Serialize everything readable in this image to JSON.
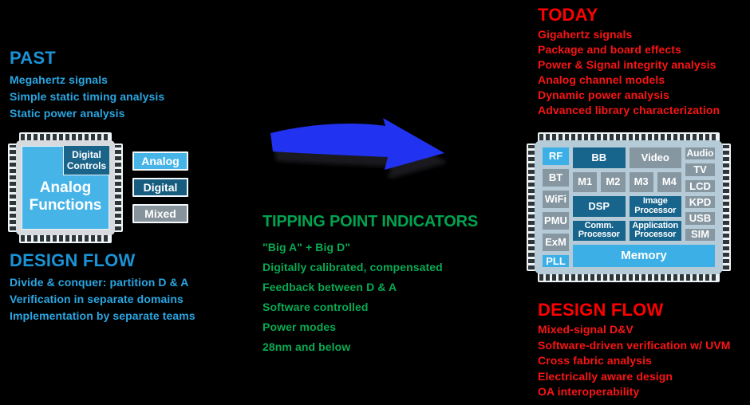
{
  "colors": {
    "background": "#000000",
    "blue_heading": "#1b93d6",
    "blue_item": "#2aa6e2",
    "green_heading": "#00a350",
    "green_item": "#09aa52",
    "red": "#ff0000",
    "arrow_blue": "#2132f0",
    "chip_light_blue": "#47b4e8",
    "chip_dark_blue": "#17648c",
    "chip_gray": "#8797a1",
    "left_package": "#d7dbde",
    "soc_package": "#b5cbd7"
  },
  "past": {
    "title": "PAST",
    "items": [
      "Megahertz signals",
      "Simple static timing analysis",
      "Static power analysis"
    ]
  },
  "left_chip": {
    "die_label": "Analog Functions",
    "corner_label": "Digital Controls"
  },
  "legend": {
    "analog": "Analog",
    "digital": "Digital",
    "mixed": "Mixed"
  },
  "design_flow_past": {
    "title": "DESIGN FLOW",
    "items": [
      "Divide & conquer: partition D & A",
      "Verification in separate domains",
      "Implementation by separate teams"
    ]
  },
  "arrow": {
    "name": "transition-arrow",
    "color": "#2132f0"
  },
  "tipping": {
    "title": "TIPPING POINT INDICATORS",
    "items": [
      "\"Big A\" + Big D\"",
      "Digitally calibrated, compensated",
      "Feedback between D & A",
      "Software controlled",
      "Power modes",
      "28nm and below"
    ]
  },
  "today": {
    "title": "TODAY",
    "items": [
      "Gigahertz signals",
      "Package and board effects",
      "Power & Signal integrity analysis",
      "Analog channel models",
      "Dynamic power analysis",
      "Advanced library characterization"
    ]
  },
  "soc": {
    "left_column": [
      "RF",
      "BT",
      "WiFi",
      "PMU",
      "ExM",
      "PLL"
    ],
    "row1": [
      "BB",
      "Video"
    ],
    "row2": [
      "M1",
      "M2",
      "M3",
      "M4"
    ],
    "row3": [
      "DSP",
      "Image Processor"
    ],
    "row4": [
      "Comm. Processor",
      "Application Processor"
    ],
    "memory": "Memory",
    "right_column": [
      "Audio",
      "TV",
      "LCD",
      "KPD",
      "USB",
      "SIM"
    ]
  },
  "design_flow_today": {
    "title": "DESIGN FLOW",
    "items": [
      "Mixed-signal D&V",
      "Software-driven verification w/ UVM",
      "Cross fabric analysis",
      "Electrically aware design",
      "OA interoperability"
    ]
  }
}
